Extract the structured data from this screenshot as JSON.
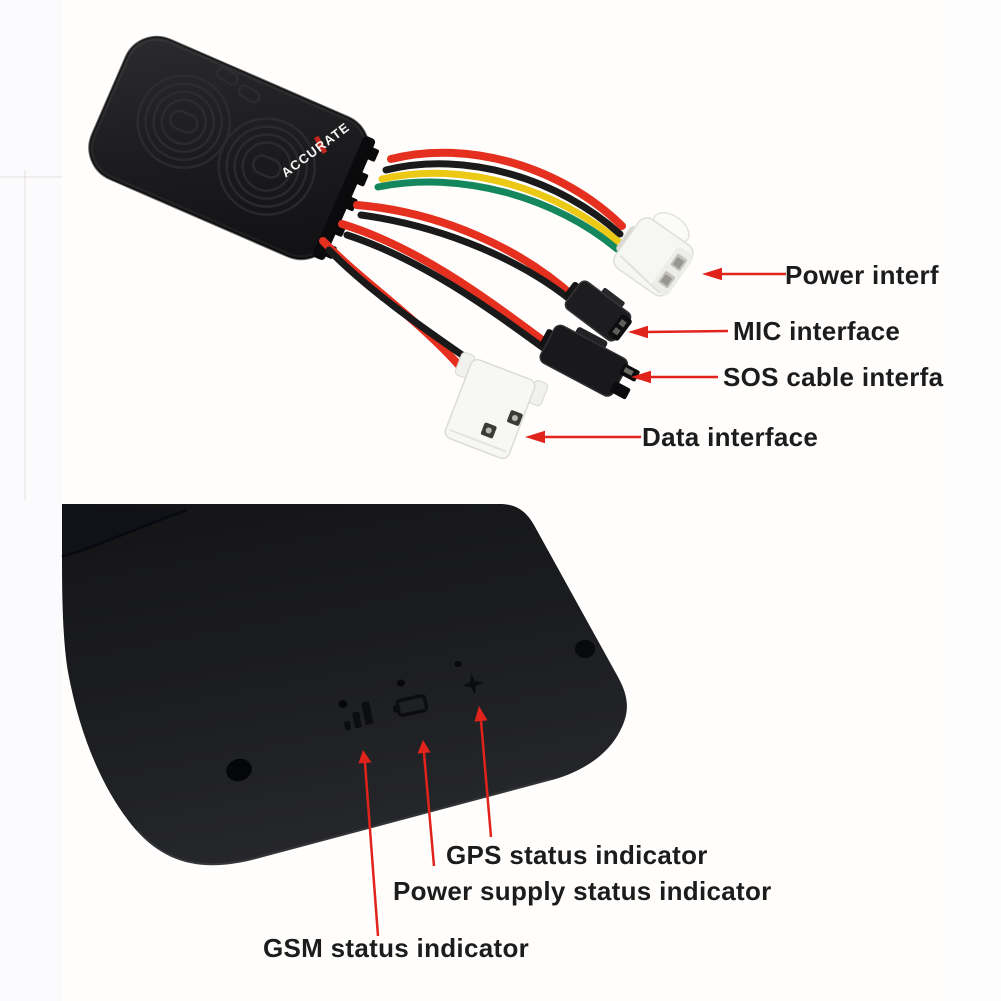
{
  "device": {
    "brand": "ACCURATE",
    "type_note": "GPS tracker top view with cable harness and bottom view with status LEDs"
  },
  "cable_labels": [
    {
      "id": "power",
      "text": "Power interf"
    },
    {
      "id": "mic",
      "text": "MIC interface"
    },
    {
      "id": "sos",
      "text": "SOS cable interfa"
    },
    {
      "id": "data",
      "text": "Data interface"
    }
  ],
  "indicator_labels": [
    {
      "id": "gps",
      "text": "GPS status indicator"
    },
    {
      "id": "psu",
      "text": "Power supply status indicator"
    },
    {
      "id": "gsm",
      "text": "GSM status indicator"
    }
  ],
  "icons": {
    "gsm": "signal-bars-icon",
    "power": "battery-icon",
    "gps": "star-sparkle-icon",
    "led": "led-hole"
  },
  "colors": {
    "arrow_red": "#e0231b",
    "wire_red": "#e5301f",
    "wire_yellow": "#ecc914",
    "wire_green": "#15875e",
    "wire_black": "#1a1a1a",
    "device_black": "#1c1d1f",
    "connector_white": "#f6f6f3",
    "label_text": "#1c1c1c",
    "background": "#ffffff"
  }
}
